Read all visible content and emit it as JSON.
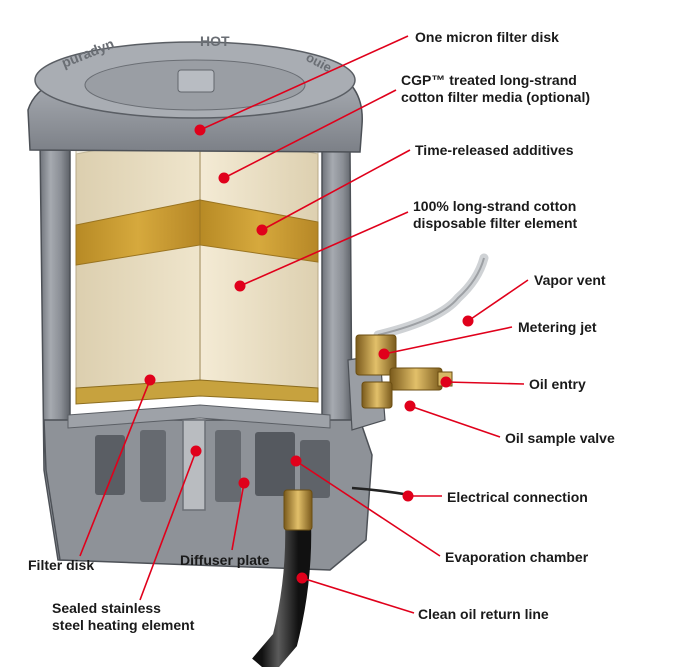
{
  "diagram": {
    "parts": [
      {
        "id": "one-micron-filter-disk",
        "label": "One micron filter disk"
      },
      {
        "id": "cgp-media",
        "label": "CGP™ treated long-strand\ncotton filter media (optional)"
      },
      {
        "id": "time-released-additives",
        "label": "Time-released additives"
      },
      {
        "id": "cotton-element",
        "label": "100% long-strand cotton\ndisposable filter element"
      },
      {
        "id": "vapor-vent",
        "label": "Vapor vent"
      },
      {
        "id": "metering-jet",
        "label": "Metering jet"
      },
      {
        "id": "oil-entry",
        "label": "Oil entry"
      },
      {
        "id": "oil-sample-valve",
        "label": "Oil sample valve"
      },
      {
        "id": "electrical-connection",
        "label": "Electrical connection"
      },
      {
        "id": "evaporation-chamber",
        "label": "Evaporation chamber"
      },
      {
        "id": "clean-oil-return-line",
        "label": "Clean oil return line"
      },
      {
        "id": "diffuser-plate",
        "label": "Diffuser plate"
      },
      {
        "id": "filter-disk",
        "label": "Filter disk"
      },
      {
        "id": "heating-element",
        "label": "Sealed stainless\nsteel heating element"
      }
    ],
    "cap_text": [
      "puradyn",
      "HOT",
      "ouie"
    ],
    "colors": {
      "callout": "#e0001b",
      "housing": "#8f9399",
      "housing_dark": "#5c6066",
      "cotton": "#ece0c4",
      "additive": "#c79a2e",
      "brass": "#b8913a"
    }
  }
}
